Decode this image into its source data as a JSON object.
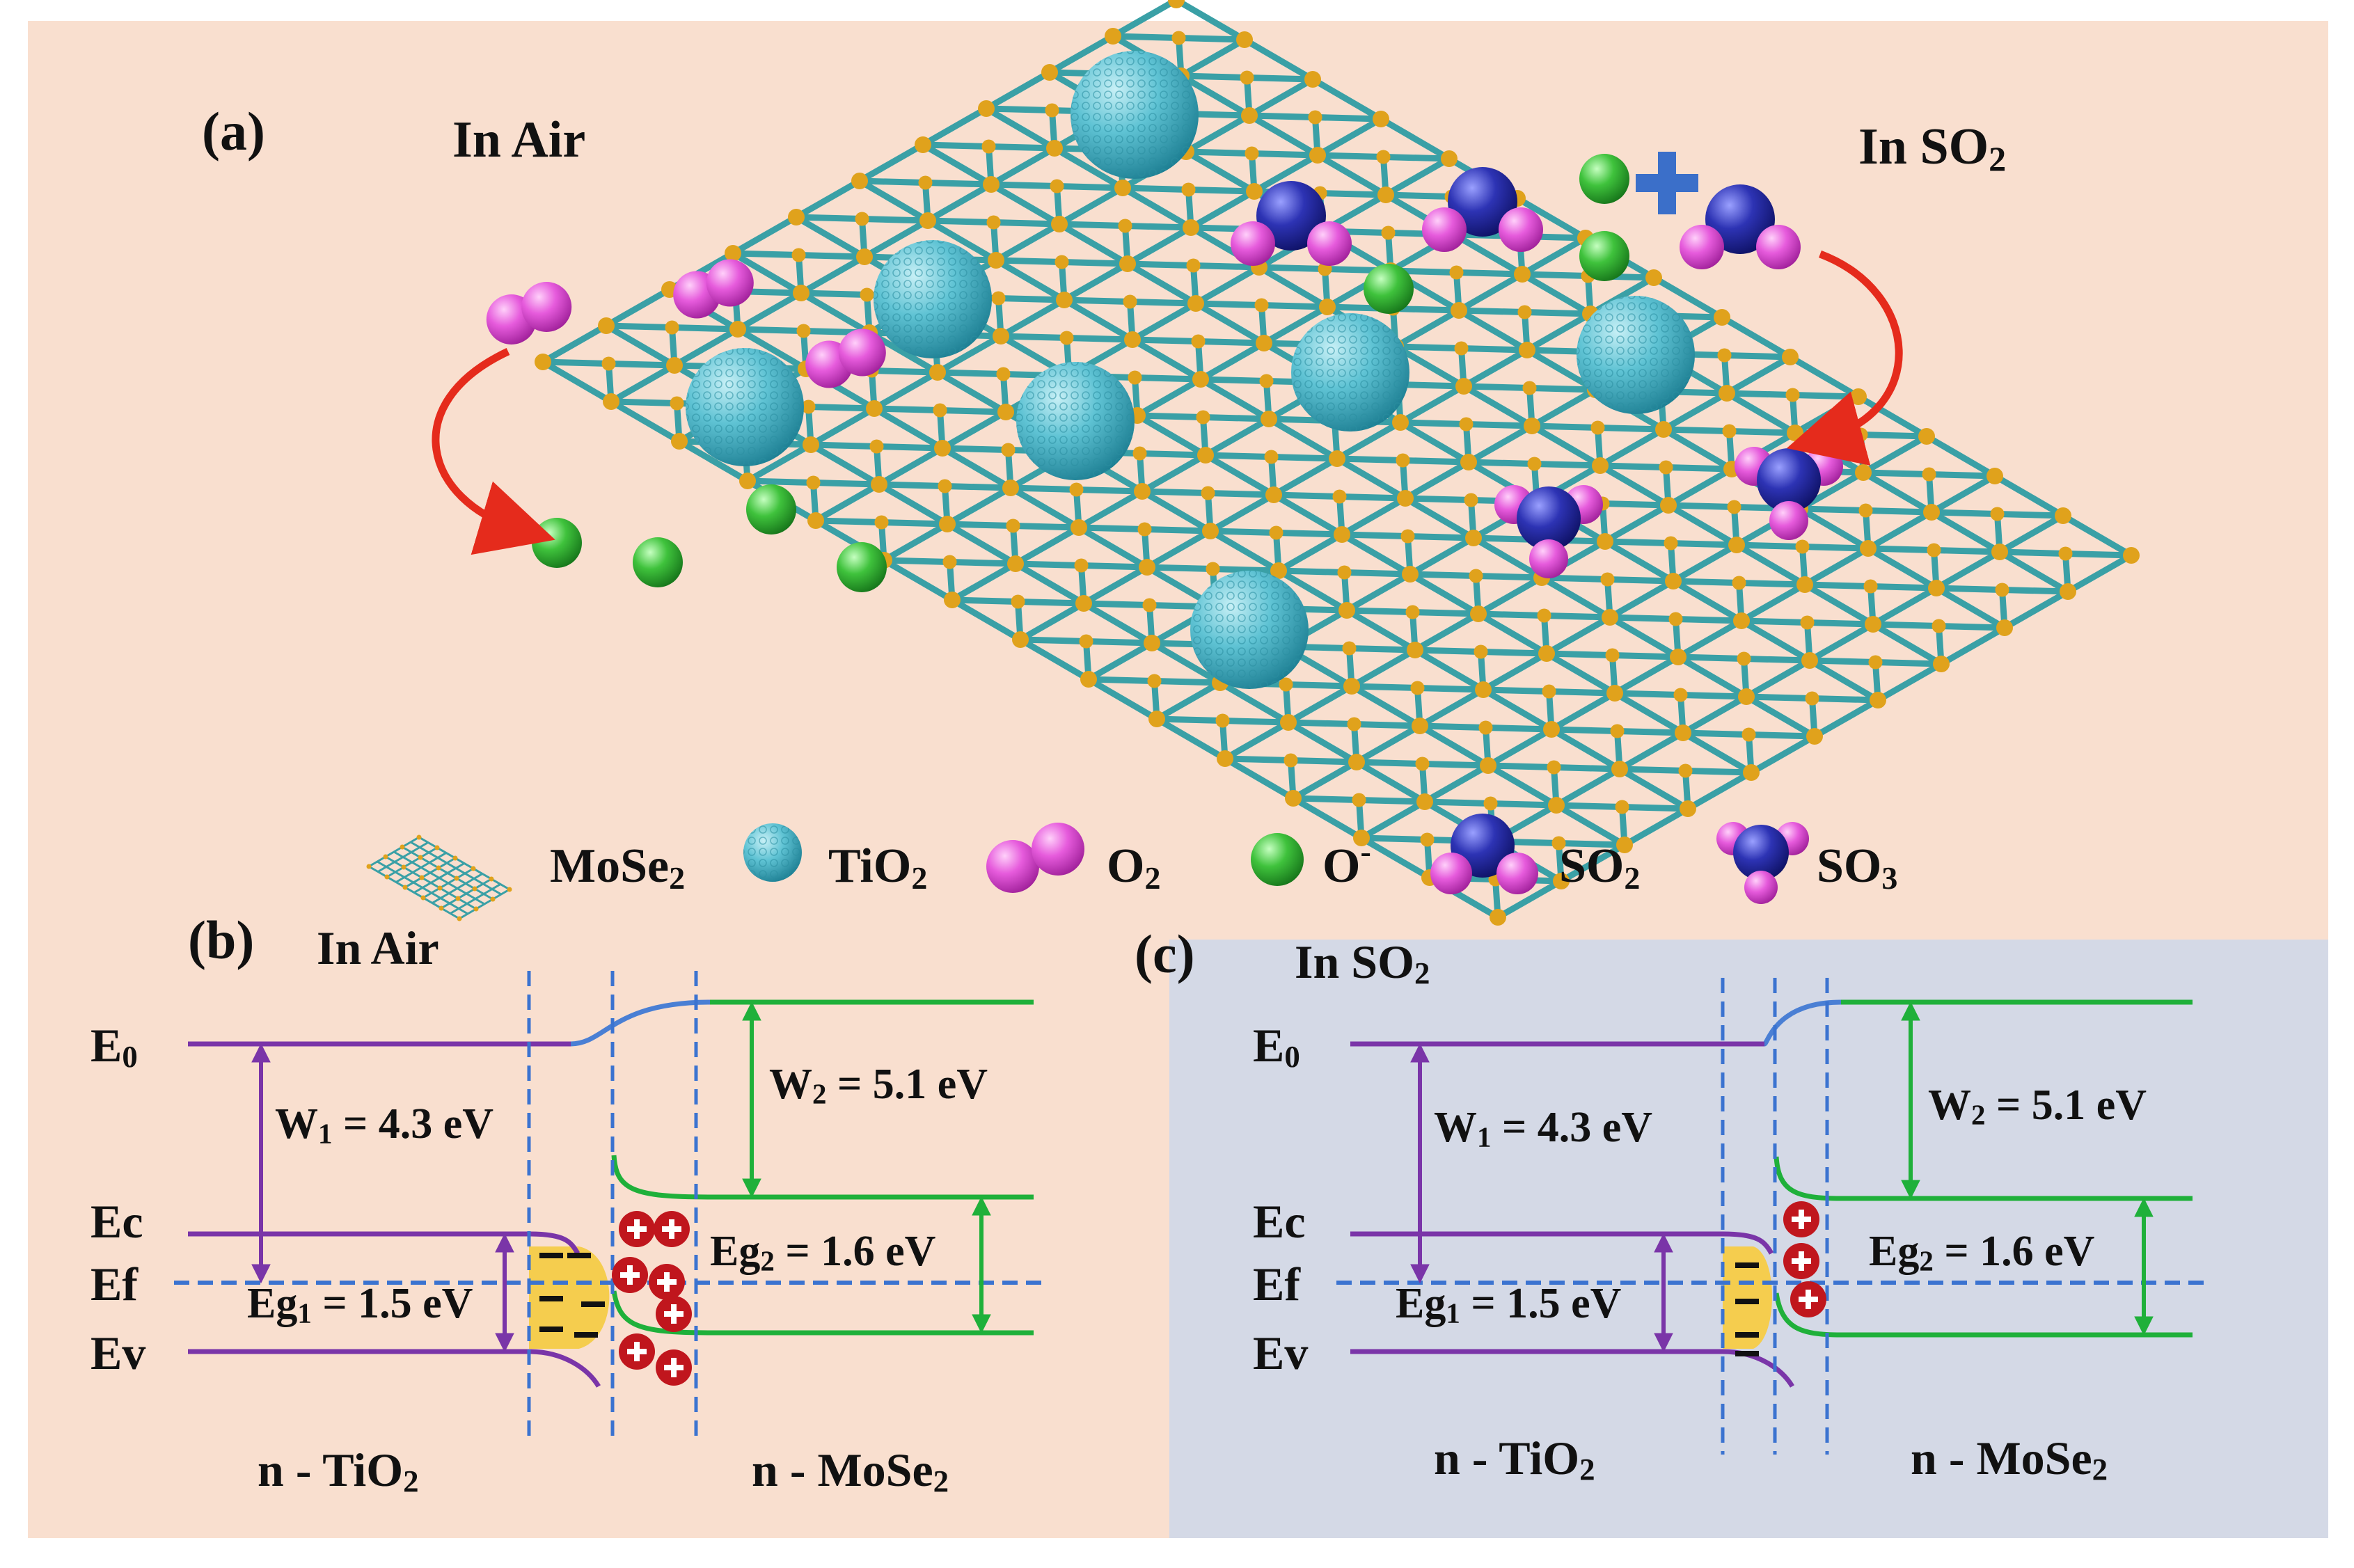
{
  "colors": {
    "panel_peach": "#f9dfcf",
    "panel_blue": "#d4d9e6",
    "mose2_bond": "#3aa0a6",
    "mose2_atom": "#e0a21c",
    "tio2": "#62c6d6",
    "o2": "#e05cd4",
    "o_minus": "#3dbd3d",
    "so2_s": "#2a2fa8",
    "arrow_red": "#e52b1c",
    "plus_blue": "#3b6fc9",
    "tio2_band": "#7a35a8",
    "mose2_band": "#1fb03a",
    "vacuum_curve": "#4a7fd4",
    "dashed": "#3b73d0",
    "depletion": "#f5cd4e",
    "hole": "#c0161d"
  },
  "panel_a": {
    "label": "(a)",
    "left_title": "In Air",
    "right_title_main": "In SO",
    "right_title_sub": "2",
    "legend": [
      {
        "main": "MoSe",
        "sub": "2",
        "sup": ""
      },
      {
        "main": "TiO",
        "sub": "2",
        "sup": ""
      },
      {
        "main": "O",
        "sub": "2",
        "sup": ""
      },
      {
        "main": "O",
        "sub": "",
        "sup": "-"
      },
      {
        "main": "SO",
        "sub": "2",
        "sup": ""
      },
      {
        "main": "SO",
        "sub": "3",
        "sup": ""
      }
    ]
  },
  "panel_b": {
    "label": "(b)",
    "title": "In Air",
    "levels": [
      "E0",
      "Ec",
      "Ef",
      "Ev"
    ],
    "w1": "W1 = 4.3 eV",
    "w2": "W2 = 5.1 eV",
    "eg1": "Eg1 = 1.5 eV",
    "eg2": "Eg2 = 1.6 eV",
    "left_material": "n - TiO2",
    "right_material": "n - MoSe2"
  },
  "panel_c": {
    "label": "(c)",
    "title": "In SO2",
    "levels": [
      "E0",
      "Ec",
      "Ef",
      "Ev"
    ],
    "w1": "W1 = 4.3 eV",
    "w2": "W2 = 5.1 eV",
    "eg1": "Eg1 = 1.5 eV",
    "eg2": "Eg2 = 1.6 eV",
    "left_material": "n - TiO2",
    "right_material": "n - MoSe2"
  }
}
